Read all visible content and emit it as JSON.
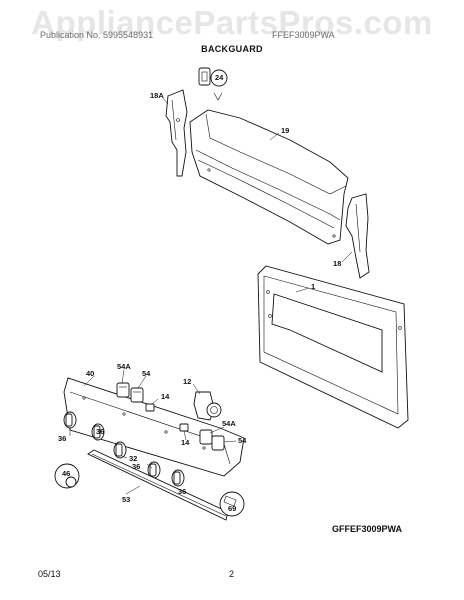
{
  "watermark": "AppliancePartsPros.com",
  "header": {
    "left": "Publication No. 5995548931",
    "right": "FFEF3009PWA",
    "title": "BACKGUARD"
  },
  "model_code": "GFFEF3009PWA",
  "footer": {
    "date": "05/13",
    "page": "2"
  },
  "callouts": {
    "c24": "24",
    "c18a": "18A",
    "c19": "19",
    "c18": "18",
    "c1": "1",
    "c40": "40",
    "c54a_top": "54A",
    "c54_top": "54",
    "c12": "12",
    "c14_a": "14",
    "c14_b": "14",
    "c54a_right": "54A",
    "c54_right": "54",
    "c36_a": "36",
    "c36_b": "36",
    "c36_c": "36",
    "c36_d": "36",
    "c32": "32",
    "c46": "46",
    "c53": "53",
    "c69": "69"
  }
}
